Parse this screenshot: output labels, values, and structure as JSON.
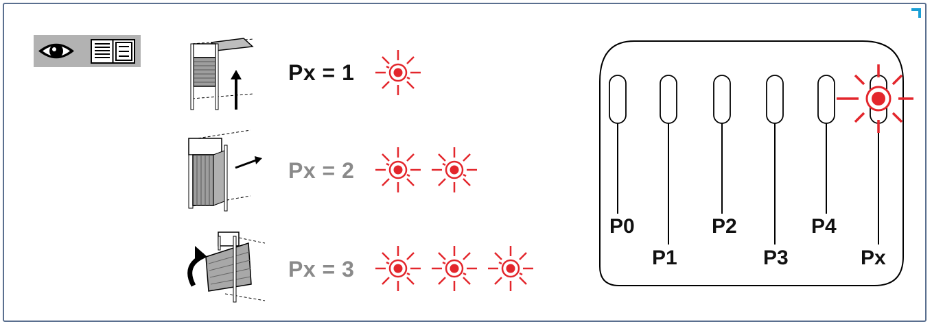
{
  "header_icons": {
    "icon_1": "eye-icon",
    "icon_2": "manual-book-icon",
    "background": "#b2b2b2"
  },
  "options": [
    {
      "icon": "roller-shutter-door-icon",
      "label": "Px = 1",
      "flash_count": 1,
      "text_color": "#111111"
    },
    {
      "icon": "sliding-door-icon",
      "label": "Px = 2",
      "flash_count": 2,
      "text_color": "#8a8a8a"
    },
    {
      "icon": "up-and-over-door-icon",
      "label": "Px = 3",
      "flash_count": 3,
      "text_color": "#8a8a8a"
    }
  ],
  "panel": {
    "slots": [
      "P0",
      "P1",
      "P2",
      "P3",
      "P4",
      "Px"
    ],
    "lit_slot": "Px"
  },
  "colors": {
    "flash_red": "#e3262c",
    "frame_border": "#5a6f8f",
    "corner_accent": "#1a9fd6"
  }
}
